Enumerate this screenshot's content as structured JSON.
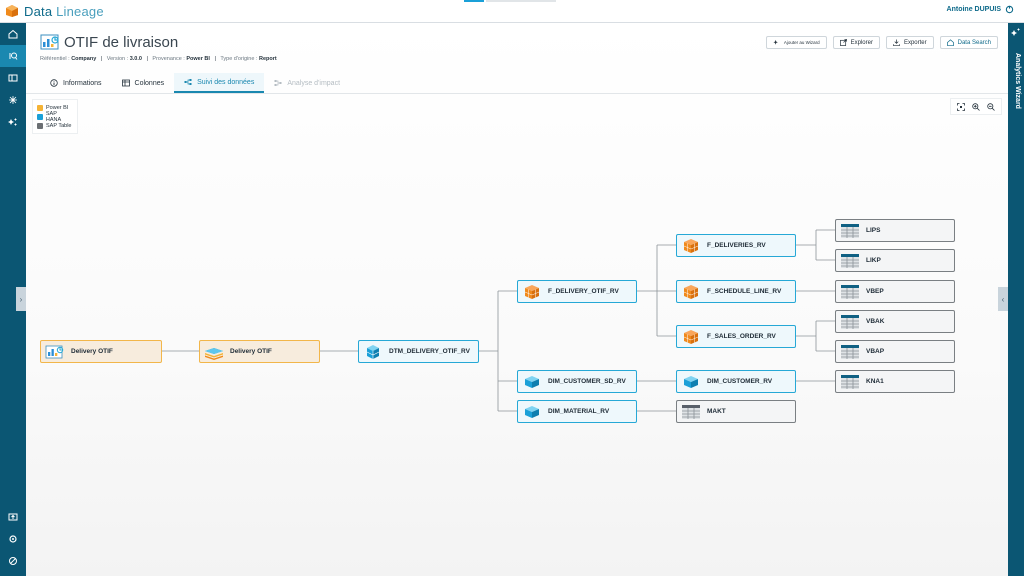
{
  "app": {
    "name_part1": "Data",
    "name_part2": "Lineage",
    "user": "Antoine DUPUIS"
  },
  "nav": {
    "items": [
      "home-icon",
      "search-icon",
      "catalog-icon",
      "lineage-icon",
      "wizard-icon"
    ],
    "bottom": [
      "upload-icon",
      "settings-icon",
      "help-icon"
    ]
  },
  "wizard_panel": {
    "label": "Analytics Wizard"
  },
  "page": {
    "title": "OTIF de livraison",
    "meta": {
      "referentiel_label": "Référentiel :",
      "referentiel": "Company",
      "version_label": "Version :",
      "version": "3.0.0",
      "provenance_label": "Provenance :",
      "provenance": "Power BI",
      "type_label": "Type d'origine :",
      "type": "Report",
      "sep": "|"
    }
  },
  "actions": {
    "wizard": "Ajouter au Wizard",
    "explorer": "Explorer",
    "exporter": "Exporter",
    "data_search": "Data Search"
  },
  "tabs": [
    {
      "label": "Informations"
    },
    {
      "label": "Colonnes"
    },
    {
      "label": "Suivi des données"
    },
    {
      "label": "Analyse d'impact"
    }
  ],
  "legend": [
    {
      "label": "Power BI",
      "color": "#f5b335"
    },
    {
      "label": "SAP HANA",
      "color": "#1aa0d8"
    },
    {
      "label": "SAP Table",
      "color": "#6b6f73"
    }
  ],
  "nodes": {
    "n1": "Delivery OTIF",
    "n2": "Delivery OTIF",
    "n3": "DTM_DELIVERY_OTIF_RV",
    "n4": "F_DELIVERY_OTIF_RV",
    "n5": "DIM_CUSTOMER_SD_RV",
    "n6": "DIM_MATERIAL_RV",
    "n7": "F_DELIVERIES_RV",
    "n8": "F_SCHEDULE_LINE_RV",
    "n9": "F_SALES_ORDER_RV",
    "n10": "DIM_CUSTOMER_RV",
    "n11": "MAKT",
    "n12": "LIPS",
    "n13": "LIKP",
    "n14": "VBEP",
    "n15": "VBAK",
    "n16": "VBAP",
    "n17": "KNA1"
  }
}
